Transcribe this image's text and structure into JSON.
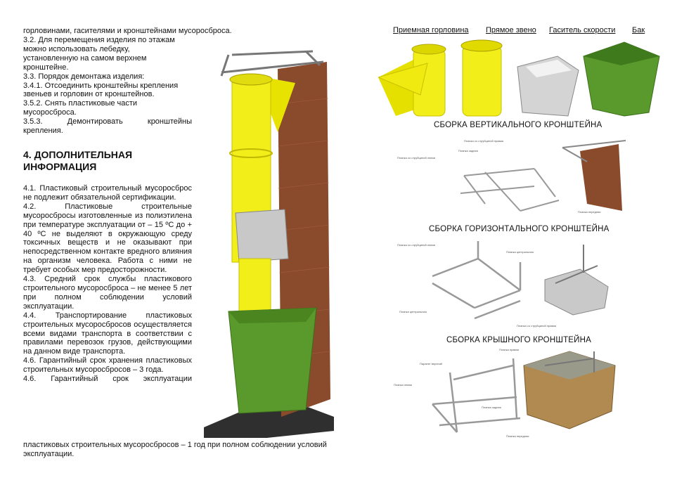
{
  "left": {
    "intro_line": "горловинами, гасителями и кронштейнами мусоросброса.",
    "items_3": [
      "3.2. Для перемещения изделия  по этажам можно использовать лебедку, установленную на самом верхнем кронштейне.",
      "3.3. Порядок демонтажа изделия:",
      "3.4.1. Отсоединить кронштейны крепления звеньев и горловин от кронштейнов.",
      "3.5.2. Снять пластиковые части мусоросброса.",
      "3.5.3. Демонтировать кронштейны крепления."
    ],
    "heading": "4. ДОПОЛНИТЕЛЬНАЯ ИНФОРМАЦИЯ",
    "items_4": [
      "4.1. Пластиковый строительный мусоросброс не подлежит обязательной сертификации.",
      "4.2. Пластиковые строительные мусоросбросы изготовленные из полиэтилена при температуре эксплуатации от – 15 ºС до + 40 ºС не выделяют в окружающую среду токсичных веществ и не оказывают при непосредственном контакте вредного влияния на организм человека. Работа с ними не требует особых мер предосторожности.",
      "4.3. Средний срок службы пластикового строительного мусоросброса – не менее 5 лет при полном соблюдении условий эксплуатации.",
      "4.4. Транспортирование пластиковых строительных мусоросбросов осуществляется всеми видами транспорта в соответствии с правилами перевозок грузов, действующими на данном виде транспорта.",
      "4.6. Гарантийный срок хранения пластиковых строительных мусоросбросов – 3 года."
    ],
    "last_item_line1": "4.6. Гарантийный срок эксплуатации",
    "last_item_rest": "пластиковых строительных мусоросбросов – 1 год при полном соблюдении условий эксплуатации."
  },
  "right": {
    "products": [
      "Приемная горловина",
      "Прямое звено",
      "Гаситель скорости",
      "Бак"
    ],
    "sections": [
      {
        "title": "СБОРКА ВЕРТИКАЛЬНОГО КРОНШТЕЙНА",
        "labels": [
          "Планка со струбциной правая",
          "Планка задняя",
          "Планка со струбциной левая",
          "Планка передняя"
        ]
      },
      {
        "title": "СБОРКА ГОРИЗОНТАЛЬНОГО КРОНШТЕЙНА",
        "labels": [
          "Планка со струбциной левая",
          "Планка центральная",
          "Планка центральная",
          "Планка со струбциной правая"
        ]
      },
      {
        "title": "СБОРКА КРЫШНОГО КРОНШТЕЙНА",
        "labels": [
          "Планка правая",
          "Парапет верхний",
          "Планка левая",
          "Планка задняя",
          "Планка передняя"
        ]
      }
    ]
  },
  "colors": {
    "yellow": "#f2ee1a",
    "green": "#5a9a2c",
    "brick": "#8a4a2c",
    "grey": "#cfcfcf"
  }
}
